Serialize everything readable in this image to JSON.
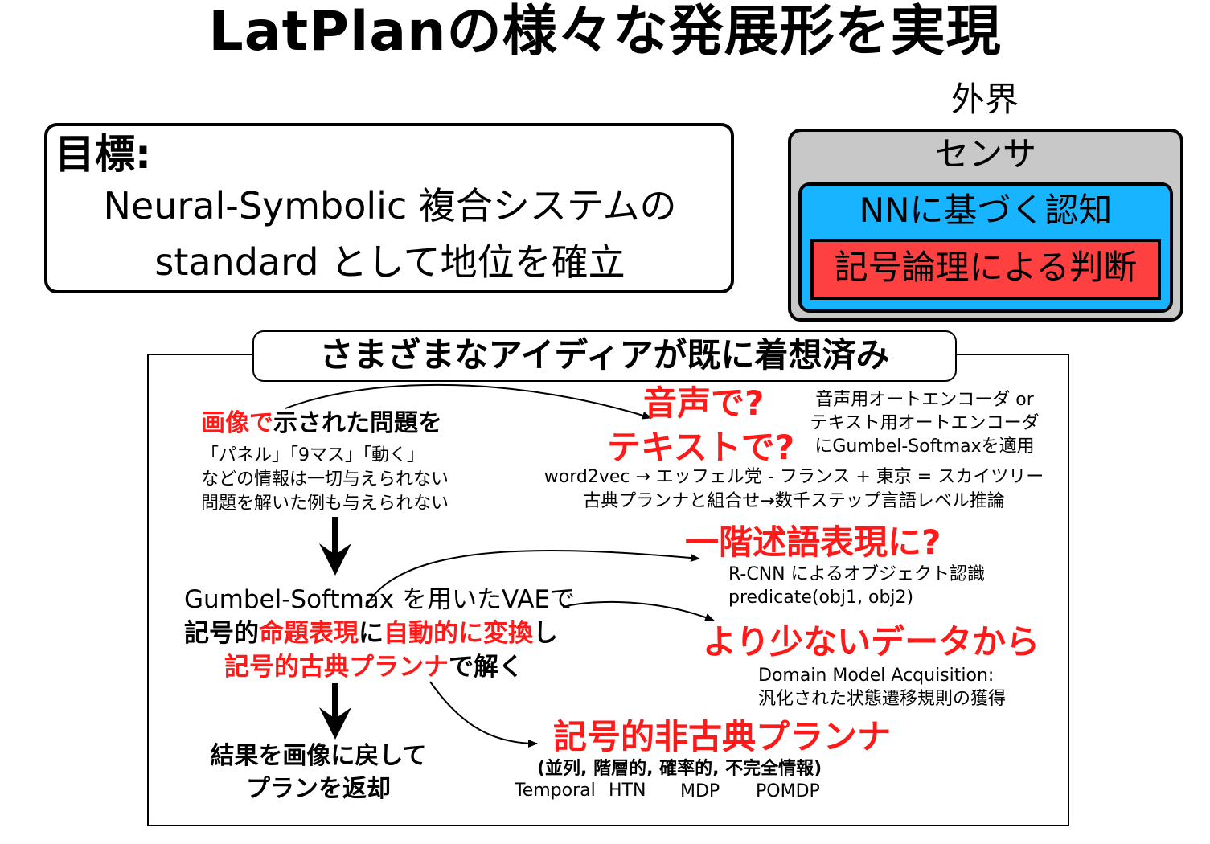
{
  "title": "LatPlanの様々な発展形を実現",
  "goal": {
    "label": "目標:",
    "line1": "Neural-Symbolic 複合システムの",
    "line2": "standard として地位を確立"
  },
  "architecture": {
    "world": "外界",
    "sensor": "センサ",
    "nn": "NNに基づく認知",
    "logic": "記号論理による判断"
  },
  "ideas_header": "さまざまなアイディアが既に着想済み",
  "left": {
    "problem_red": "画像で",
    "problem_black": "示された問題を",
    "note1": "「パネル」「9マス」「動く」",
    "note2": "などの情報は一切与えられない",
    "note3": "問題を解いた例も与えられない",
    "vae": "Gumbel-Softmax を用いたVAEで",
    "conv_p1": "記号的",
    "conv_p2": "命題表現",
    "conv_p3": "に",
    "conv_p4": "自動的に変換",
    "conv_p5": "し",
    "solve_red": "記号的古典プランナ",
    "solve_black": "で解く",
    "result1": "結果を画像に戻して",
    "result2": "プランを返却"
  },
  "right": {
    "audio": "音声で?",
    "text": "テキストで?",
    "ae1": "音声用オートエンコーダ or",
    "ae2": "テキスト用オートエンコーダ",
    "ae3": "にGumbel-Softmaxを適用",
    "w2v": "word2vec → エッフェル党 - フランス + 東京 = スカイツリー",
    "classic": "古典プランナと組合せ→数千ステップ言語レベル推論",
    "fol": "一階述語表現に?",
    "rcnn": "R-CNN によるオブジェクト認識",
    "pred": "predicate(obj1, obj2)",
    "less": "より少ないデータから",
    "dma1": "Domain Model Acquisition:",
    "dma2": "汎化された状態遷移規則の獲得",
    "nonclassic": "記号的非古典プランナ",
    "nc_list": "(並列, 階層的, 確率的, 不完全情報)",
    "temporal": "Temporal",
    "htn": "HTN",
    "mdp": "MDP",
    "pomdp": "POMDP"
  },
  "colors": {
    "accent_red": "#ff1a1a",
    "sensor_gray": "#c8c8c8",
    "nn_blue": "#19b4ff",
    "logic_red": "#ff4040"
  }
}
